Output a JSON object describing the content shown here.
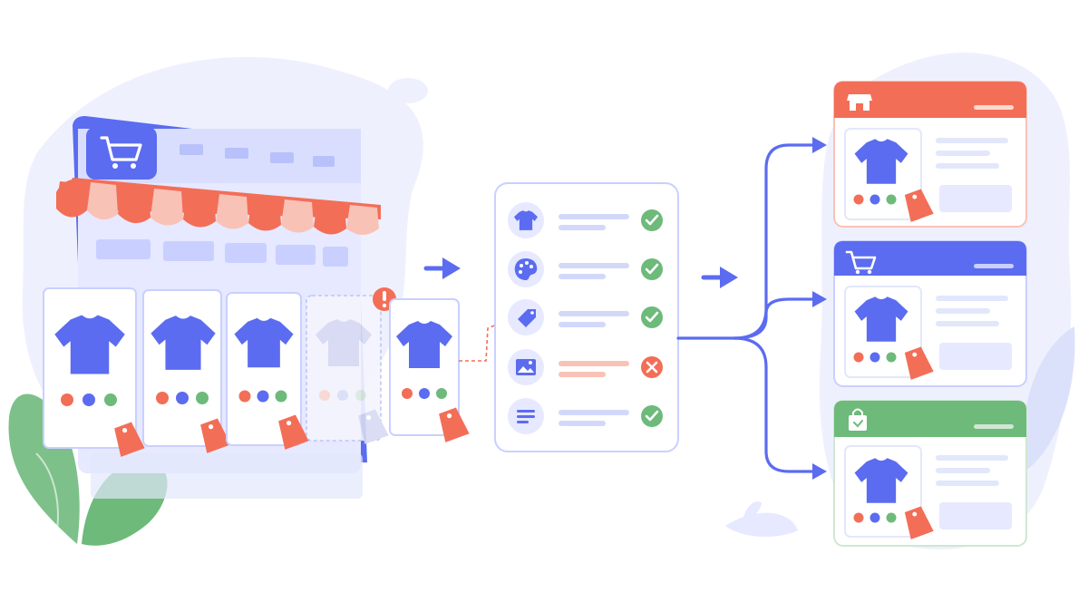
{
  "colors": {
    "blue": "#5B6CF0",
    "blue_light": "#E6E9FF",
    "blue_soft": "#C9D0FF",
    "red": "#F36E57",
    "red_light": "#FCD9D1",
    "green": "#6DBA7A",
    "green_dark": "#5FA86C",
    "gray_shirt": "#D7DAF2",
    "blob": "#EEF1FD"
  },
  "storefront": {
    "icon": "shopping-cart-icon",
    "product_cards": [
      {
        "state": "valid",
        "shirt": "blue"
      },
      {
        "state": "valid",
        "shirt": "blue"
      },
      {
        "state": "valid",
        "shirt": "blue"
      },
      {
        "state": "missing",
        "shirt": "gray"
      },
      {
        "state": "valid",
        "shirt": "blue"
      }
    ],
    "alert_icon": "exclamation-icon"
  },
  "validation_checklist": [
    {
      "icon": "tshirt-icon",
      "status": "pass"
    },
    {
      "icon": "palette-icon",
      "status": "pass"
    },
    {
      "icon": "tag-icon",
      "status": "pass"
    },
    {
      "icon": "image-icon",
      "status": "fail"
    },
    {
      "icon": "text-lines-icon",
      "status": "pass"
    }
  ],
  "channels": [
    {
      "name": "storefront-channel",
      "icon": "store-icon",
      "color": "#F36E57"
    },
    {
      "name": "cart-channel",
      "icon": "shopping-cart-icon",
      "color": "#5B6CF0"
    },
    {
      "name": "bag-channel",
      "icon": "shopping-bag-icon",
      "color": "#6DBA7A"
    }
  ]
}
